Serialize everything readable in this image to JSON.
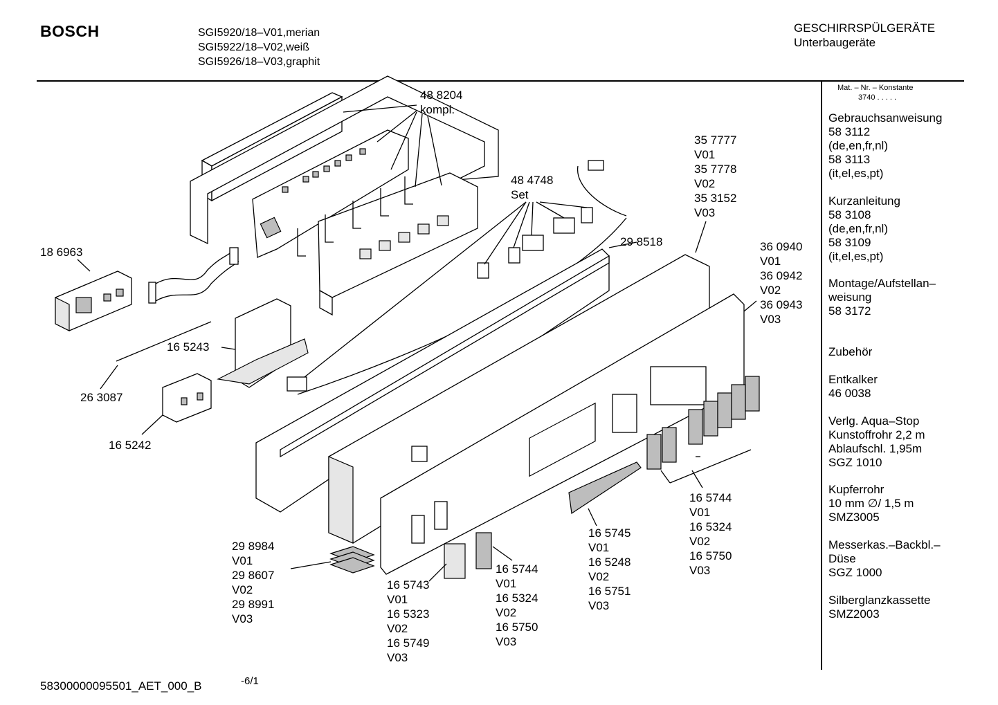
{
  "header": {
    "brand": "BOSCH",
    "models": [
      "SGI5920/18–V01,merian",
      "SGI5922/18–V02,weiß",
      "SGI5926/18–V03,graphit"
    ],
    "category": "GESCHIRRSPÜLGERÄTE",
    "subcategory": "Unterbaugeräte"
  },
  "sidebar": {
    "matnr_label": "Mat. – Nr. – Konstante",
    "matnr_value": "3740  .  .  .  .  .",
    "groups": [
      {
        "lines": [
          "Gebrauchsanweisung",
          "58 3112",
          "(de,en,fr,nl)",
          "58 3113",
          "(it,el,es,pt)"
        ]
      },
      {
        "lines": [
          "Kurzanleitung",
          "58 3108",
          "(de,en,fr,nl)",
          "58 3109",
          "(it,el,es,pt)"
        ]
      },
      {
        "lines": [
          "Montage/Aufstellan–",
          "weisung",
          "58 3172"
        ]
      },
      {
        "lines": [
          "Zubehör"
        ]
      },
      {
        "lines": [
          "Entkalker",
          "46 0038"
        ]
      },
      {
        "lines": [
          "Verlg. Aqua–Stop",
          "Kunstoffrohr 2,2 m",
          "Ablaufschl. 1,95m",
          "SGZ 1010"
        ]
      },
      {
        "lines": [
          "Kupferrohr",
          "10 mm ∅/ 1,5 m",
          "SMZ3005"
        ]
      },
      {
        "lines": [
          "Messerkas.–Backbl.–",
          "Düse",
          "SGZ 1000"
        ]
      },
      {
        "lines": [
          "Silberglanzkassette",
          "SMZ2003"
        ]
      }
    ]
  },
  "parts": [
    {
      "id": "p488204",
      "lines": [
        "48 8204",
        "kompl."
      ]
    },
    {
      "id": "p484748",
      "lines": [
        "48 4748",
        "Set"
      ]
    },
    {
      "id": "p357777",
      "lines": [
        "35 7777",
        "V01",
        "35 7778",
        "V02",
        "35 3152",
        "V03"
      ]
    },
    {
      "id": "p186963",
      "lines": [
        "18 6963"
      ]
    },
    {
      "id": "p298518",
      "lines": [
        "29 8518"
      ]
    },
    {
      "id": "p360940",
      "lines": [
        "36 0940",
        "V01",
        "36 0942",
        "V02",
        "36 0943",
        "V03"
      ]
    },
    {
      "id": "p165243",
      "lines": [
        "16 5243"
      ]
    },
    {
      "id": "p263087",
      "lines": [
        "26 3087"
      ]
    },
    {
      "id": "p165242",
      "lines": [
        "16 5242"
      ]
    },
    {
      "id": "p165744a",
      "lines": [
        "16 5744",
        "V01",
        "16 5324",
        "V02",
        "16 5750",
        "V03"
      ]
    },
    {
      "id": "p165745",
      "lines": [
        "16 5745",
        "V01",
        "16 5248",
        "V02",
        "16 5751",
        "V03"
      ]
    },
    {
      "id": "p298984",
      "lines": [
        "29 8984",
        "V01",
        "29 8607",
        "V02",
        "29 8991",
        "V03"
      ]
    },
    {
      "id": "p165743",
      "lines": [
        "16 5743",
        "V01",
        "16 5323",
        "V02",
        "16 5749",
        "V03"
      ]
    },
    {
      "id": "p165744b",
      "lines": [
        "16 5744",
        "V01",
        "16 5324",
        "V02",
        "16 5750",
        "V03"
      ]
    }
  ],
  "footer": {
    "doc_id": "58300000095501_AET_000_B",
    "page": "-6/1"
  }
}
